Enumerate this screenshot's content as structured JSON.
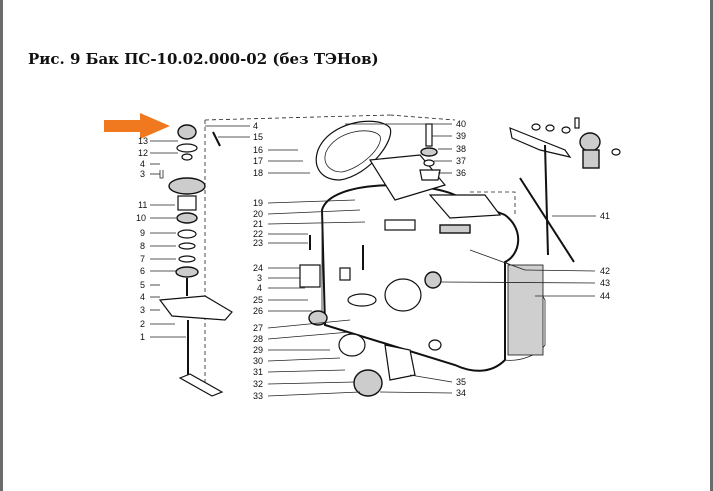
{
  "title": "Рис. 9 Бак ПС-10.02.000-02 (без ТЭНов)",
  "arrow_color": "#f0791f",
  "labels_left": [
    "13",
    "12",
    "4",
    "3",
    "11",
    "10",
    "9",
    "8",
    "7",
    "6",
    "5",
    "4",
    "3",
    "2",
    "1"
  ],
  "labels_top_right": [
    "4",
    "15",
    "16",
    "17",
    "18"
  ],
  "labels_mid": [
    "19",
    "20",
    "21",
    "22",
    "23",
    "24",
    "3",
    "4",
    "25",
    "26",
    "27",
    "28",
    "29",
    "30",
    "31",
    "32",
    "33"
  ],
  "labels_right": [
    "40",
    "39",
    "38",
    "37",
    "36",
    "41",
    "42",
    "43",
    "44",
    "35",
    "34"
  ]
}
